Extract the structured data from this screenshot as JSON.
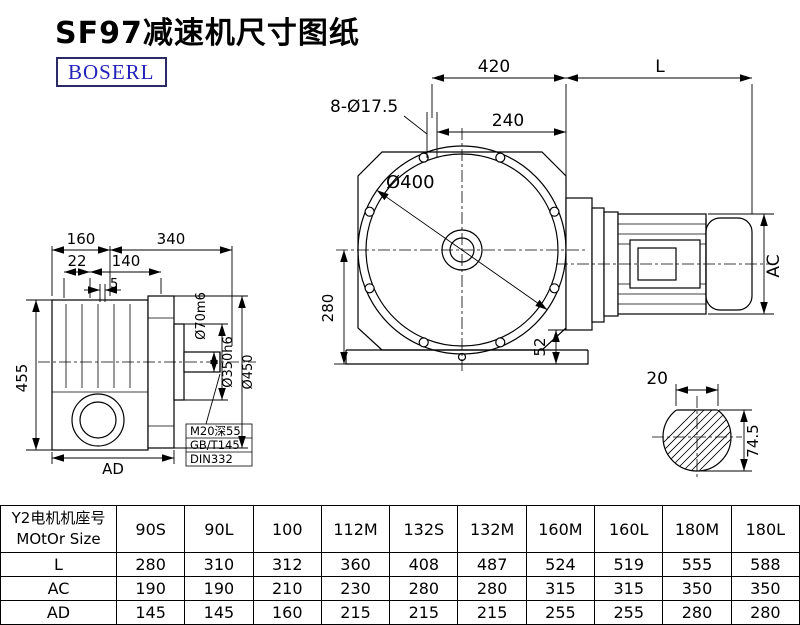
{
  "title": "SF97减速机尺寸图纸",
  "logo": "BOSERL",
  "drawing": {
    "top_width": "420",
    "motor_length": "L",
    "bolt_holes": "8-Ø17.5",
    "hole_to_face": "240",
    "flange_diameter": "Ø400",
    "center_height": "280",
    "foot_dim": "52",
    "motor_height": "AC",
    "side_width_1": "160",
    "side_width_2": "340",
    "side_dim_22": "22",
    "side_dim_140": "140",
    "side_dim_5": "5",
    "side_height": "455",
    "shaft_diameter": "Ø70m6",
    "spigot_diameter": "Ø350h6",
    "flange_od": "Ø450",
    "side_depth": "AD",
    "tap_note_1": "M20深55",
    "tap_note_2": "GB/T145",
    "tap_note_3": "DIN332",
    "key_width": "20",
    "key_height": "74.5"
  },
  "table": {
    "header_line1": "Y2电机机座号",
    "header_line2": "MOtOr Size",
    "columns": [
      "90S",
      "90L",
      "100",
      "112M",
      "132S",
      "132M",
      "160M",
      "160L",
      "180M",
      "180L"
    ],
    "rows": [
      {
        "label": "L",
        "values": [
          "280",
          "310",
          "312",
          "360",
          "408",
          "487",
          "524",
          "519",
          "555",
          "588"
        ]
      },
      {
        "label": "AC",
        "values": [
          "190",
          "190",
          "210",
          "230",
          "280",
          "280",
          "315",
          "315",
          "350",
          "350"
        ]
      },
      {
        "label": "AD",
        "values": [
          "145",
          "145",
          "160",
          "215",
          "215",
          "215",
          "255",
          "255",
          "280",
          "280"
        ]
      }
    ]
  }
}
